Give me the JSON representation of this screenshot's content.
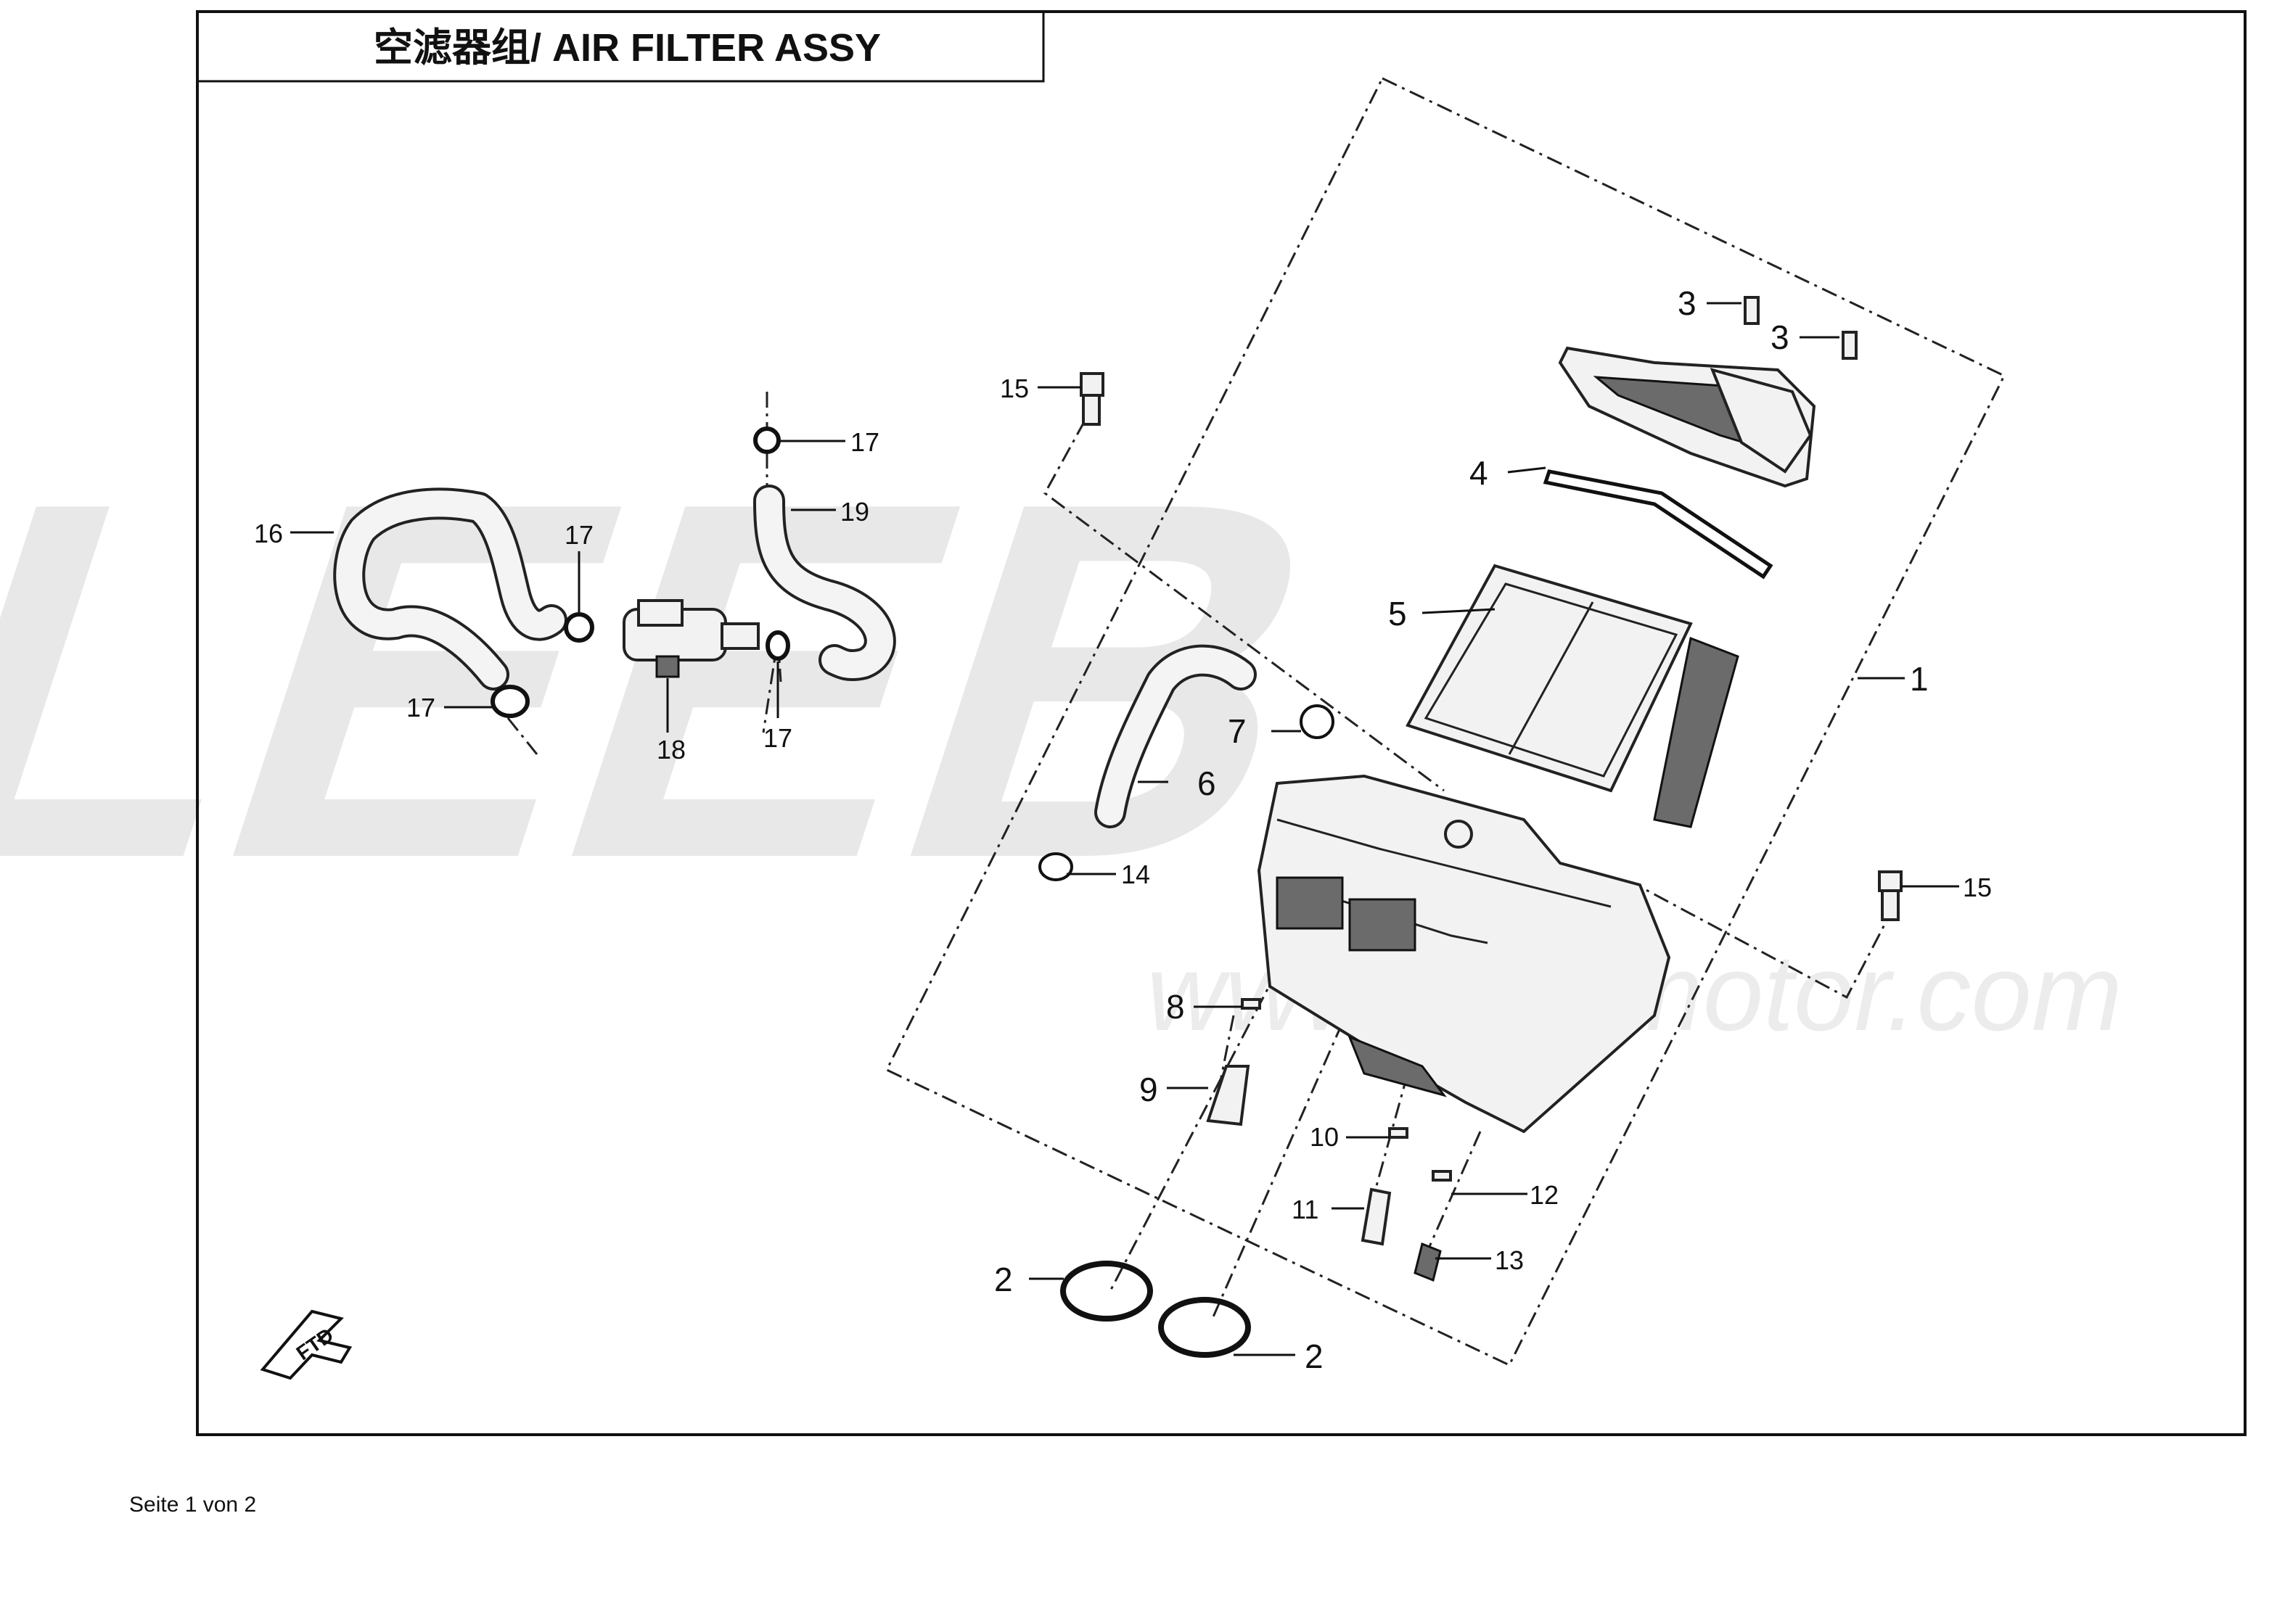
{
  "title": "空滤器组/ AIR FILTER ASSY",
  "watermark": {
    "brand": "LEEB",
    "url": "www.leebmotor.com"
  },
  "footer": "Seite 1 von 2",
  "direction_badge": "FTD",
  "callouts": {
    "c1": "1",
    "c2a": "2",
    "c2b": "2",
    "c3a": "3",
    "c3b": "3",
    "c4": "4",
    "c5": "5",
    "c6": "6",
    "c7": "7",
    "c8": "8",
    "c9": "9",
    "c10": "10",
    "c11": "11",
    "c12": "12",
    "c13": "13",
    "c14": "14",
    "c15a": "15",
    "c15b": "15",
    "c16": "16",
    "c17a": "17",
    "c17b": "17",
    "c17c": "17",
    "c17d": "17",
    "c18": "18",
    "c19": "19"
  }
}
